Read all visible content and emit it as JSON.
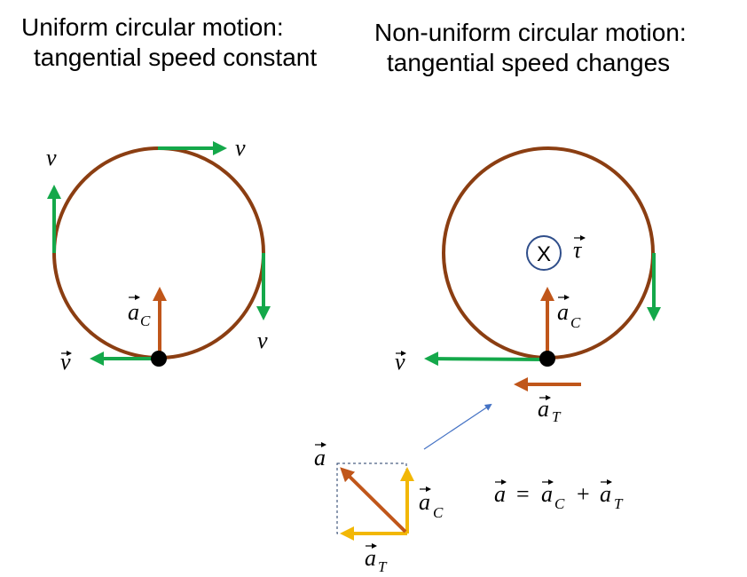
{
  "headings": {
    "uniform": {
      "line1": "Uniform circular motion:",
      "line2": "tangential speed constant"
    },
    "nonuniform": {
      "line1": "Non-uniform circular motion:",
      "line2": "tangential speed changes"
    }
  },
  "symbols": {
    "v": "v",
    "a": "a",
    "tau": "τ",
    "sub_c": "C",
    "sub_t": "T",
    "equals": "=",
    "plus": "+",
    "into_page": "X"
  },
  "colors": {
    "circle": "#8B3E12",
    "velocity": "#14A84A",
    "acceleration": "#C0561A",
    "component": "#F2B705",
    "helper_line": "#4472C4",
    "dashed_box": "#1F3864"
  }
}
